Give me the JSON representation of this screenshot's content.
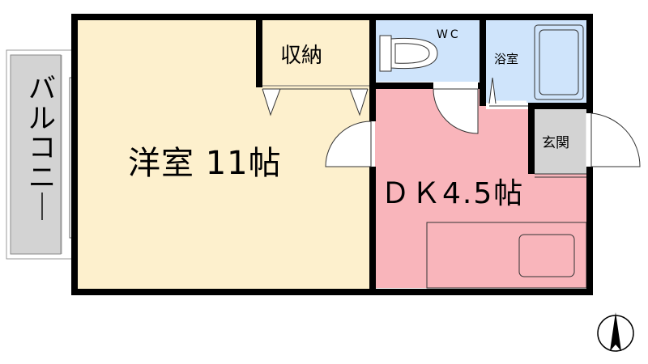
{
  "rooms": {
    "western_room": "洋室 11帖",
    "storage": "収納",
    "wc": "WC",
    "bath": "浴室",
    "entrance": "玄関",
    "dk": "ＤＫ4.5帖",
    "balcony": "バルコニー"
  },
  "colors": {
    "western_room": "#fdf0cd",
    "dk": "#f9b5bb",
    "wet_area": "#cfe4fb",
    "balcony": "#d3d3d3",
    "entrance": "#d3d3d3",
    "wall": "#000000"
  },
  "compass": {
    "icon": "north-arrow-icon"
  }
}
